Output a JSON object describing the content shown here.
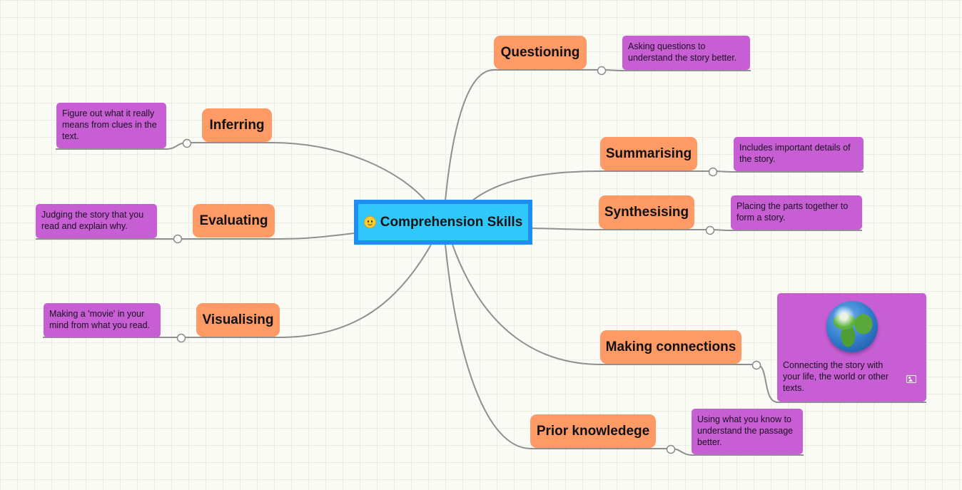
{
  "central": {
    "label": "Comprehension Skills",
    "icon": "smiley-icon"
  },
  "branches": {
    "questioning": {
      "label": "Questioning",
      "note": "Asking questions to understand the story better."
    },
    "summarising": {
      "label": "Summarising",
      "note": "Includes important details of the story."
    },
    "synthesising": {
      "label": "Synthesising",
      "note": "Placing the parts together to form a story."
    },
    "making_connections": {
      "label": "Making connections",
      "note": "Connecting the story with your life, the world or other texts.",
      "image": "globe-icon"
    },
    "prior_knowledge": {
      "label": "Prior knowledege",
      "note": "Using what you know to understand the passage better."
    },
    "inferring": {
      "label": "Inferring",
      "note": "Figure out what it really means from clues in the text."
    },
    "evaluating": {
      "label": "Evaluating",
      "note": "Judging the story that you read and explain why."
    },
    "visualising": {
      "label": "Visualising",
      "note": "Making a 'movie' in your mind from what you read."
    }
  },
  "colors": {
    "central_fill": "#30c8fa",
    "central_border": "#1e8ef0",
    "branch_fill": "#fe9a66",
    "note_fill": "#c75ed4",
    "connector": "#8f8f8f"
  }
}
